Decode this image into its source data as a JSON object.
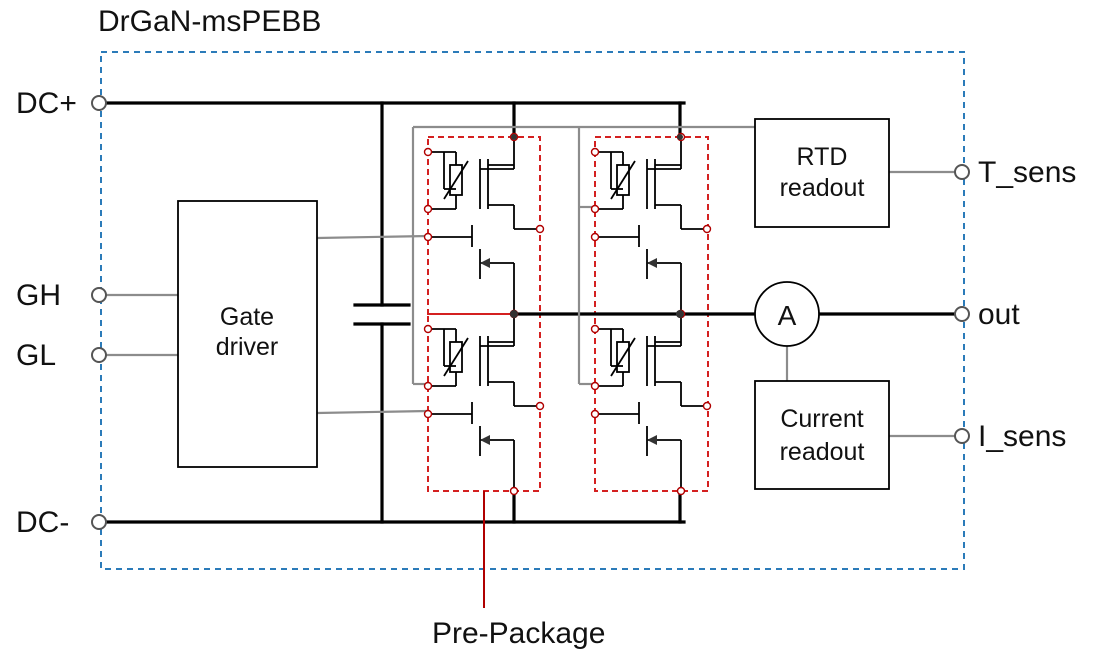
{
  "diagram": {
    "module_title": "DrGaN-msPEBB",
    "terminals": {
      "dc_plus": "DC+",
      "gh": "GH",
      "gl": "GL",
      "dc_minus": "DC-",
      "t_sens": "T_sens",
      "out": "out",
      "i_sens": "I_sens"
    },
    "blocks": {
      "gate_driver": [
        "Gate",
        "driver"
      ],
      "rtd_readout": [
        "RTD",
        "readout"
      ],
      "current_readout": [
        "Current",
        "readout"
      ],
      "ammeter": "A"
    },
    "callout": "Pre-Package",
    "colors": {
      "module_border": "#2b7bb9",
      "package_border": "#d42020",
      "callout_line": "#b00000",
      "signal_wire": "#8c8c8c",
      "power_wire": "#000000"
    }
  }
}
